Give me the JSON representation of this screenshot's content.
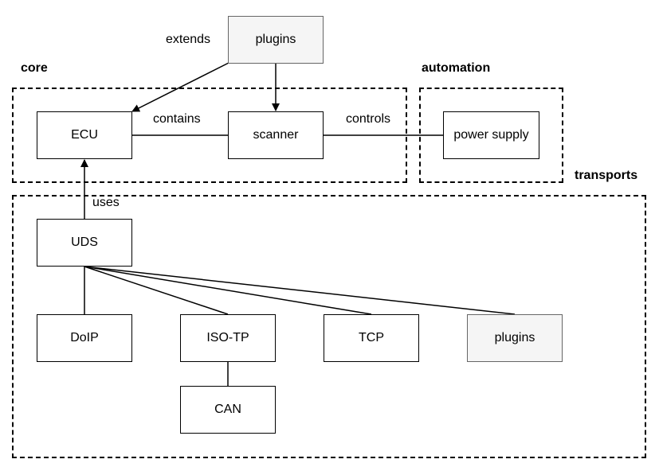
{
  "groups": {
    "core": "core",
    "automation": "automation",
    "transports": "transports"
  },
  "nodes": {
    "plugins_top": "plugins",
    "ecu": "ECU",
    "scanner": "scanner",
    "power_supply": "power supply",
    "uds": "UDS",
    "doip": "DoIP",
    "isotp": "ISO-TP",
    "tcp": "TCP",
    "plugins_transport": "plugins",
    "can": "CAN"
  },
  "edges": {
    "extends": "extends",
    "contains": "contains",
    "controls": "controls",
    "uses": "uses"
  },
  "colors": {
    "plugin_fill": "#f5f5f5",
    "plugin_border": "#666666",
    "line": "#000000"
  }
}
